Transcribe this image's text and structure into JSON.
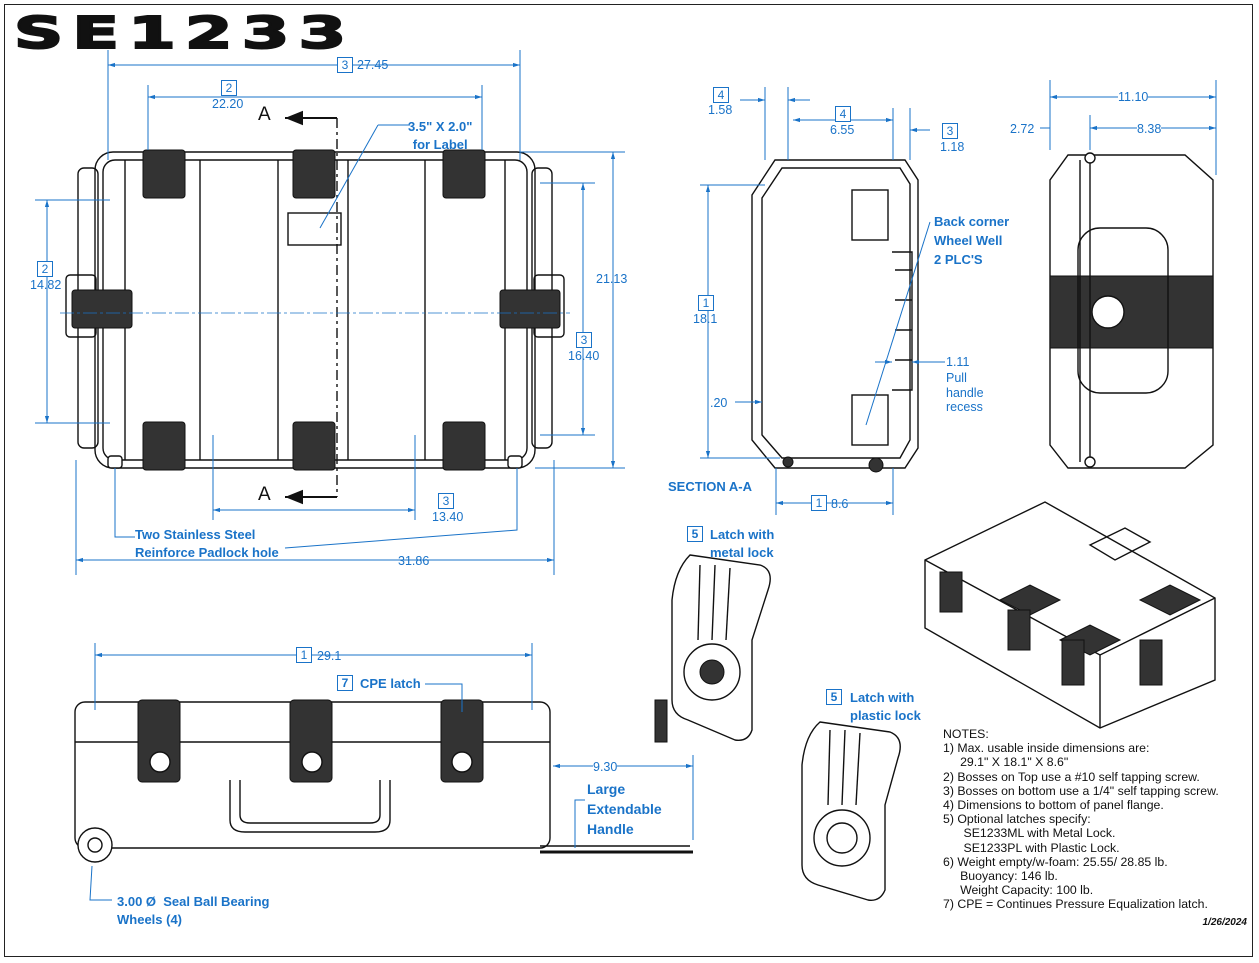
{
  "title": "SE1233",
  "top_view": {
    "dims": [
      {
        "ref": "3",
        "value": "27.45"
      },
      {
        "ref": "2",
        "value": "22.20"
      },
      {
        "ref": "2",
        "value": "14.82"
      },
      {
        "ref": "",
        "value": "21.13"
      },
      {
        "ref": "3",
        "value": "16.40"
      },
      {
        "ref": "3",
        "value": "13.40"
      },
      {
        "ref": "",
        "value": "31.86"
      }
    ],
    "section_label": "A",
    "label_note": "3.5\" X 2.0\"\nfor Label",
    "padlock_note": "Two Stainless Steel\nReinforce Padlock hole"
  },
  "section_view": {
    "dims": [
      {
        "ref": "4",
        "value": "1.58"
      },
      {
        "ref": "4",
        "value": "6.55"
      },
      {
        "ref": "3",
        "value": "1.18"
      },
      {
        "ref": "1",
        "value": "18.1"
      },
      {
        "ref": "",
        "value": ".20"
      },
      {
        "ref": "1",
        "value": "8.6"
      },
      {
        "ref": "",
        "value": "1.11"
      }
    ],
    "wheel_note": "Back corner\nWheel Well\n2 PLC'S",
    "handle_note": "Pull\nhandle\nrecess",
    "caption": "SECTION A-A"
  },
  "side_view": {
    "dims": [
      {
        "ref": "",
        "value": "11.10"
      },
      {
        "ref": "",
        "value": "2.72"
      },
      {
        "ref": "",
        "value": "8.38"
      }
    ]
  },
  "front_view": {
    "dims": [
      {
        "ref": "1",
        "value": "29.1"
      },
      {
        "ref": "",
        "value": "9.30"
      }
    ],
    "cpe_ref": "7",
    "cpe_label": "CPE latch",
    "handle_note": "Large\nExtendable\nHandle",
    "wheel_note": "3.00 Ø  Seal Ball Bearing\nWheels (4)"
  },
  "latches": [
    {
      "ref": "5",
      "label": "Latch with\nmetal lock"
    },
    {
      "ref": "5",
      "label": "Latch with\nplastic lock"
    }
  ],
  "notes": "NOTES:\n1) Max. usable inside dimensions are:\n     29.1\" X 18.1\" X 8.6\"\n2) Bosses on Top use a #10 self tapping screw.\n3) Bosses on bottom use a 1/4\" self tapping screw.\n4) Dimensions to bottom of panel flange.\n5) Optional latches specify:\n      SE1233ML with Metal Lock.\n      SE1233PL with Plastic Lock.\n6) Weight empty/w-foam: 25.55/ 28.85 lb.\n     Buoyancy: 146 lb.\n     Weight Capacity: 100 lb.\n7) CPE = Continues Pressure Equalization latch.",
  "date": "1/26/2024",
  "colors": {
    "dimension": "#1a73c8",
    "line": "#111111"
  }
}
